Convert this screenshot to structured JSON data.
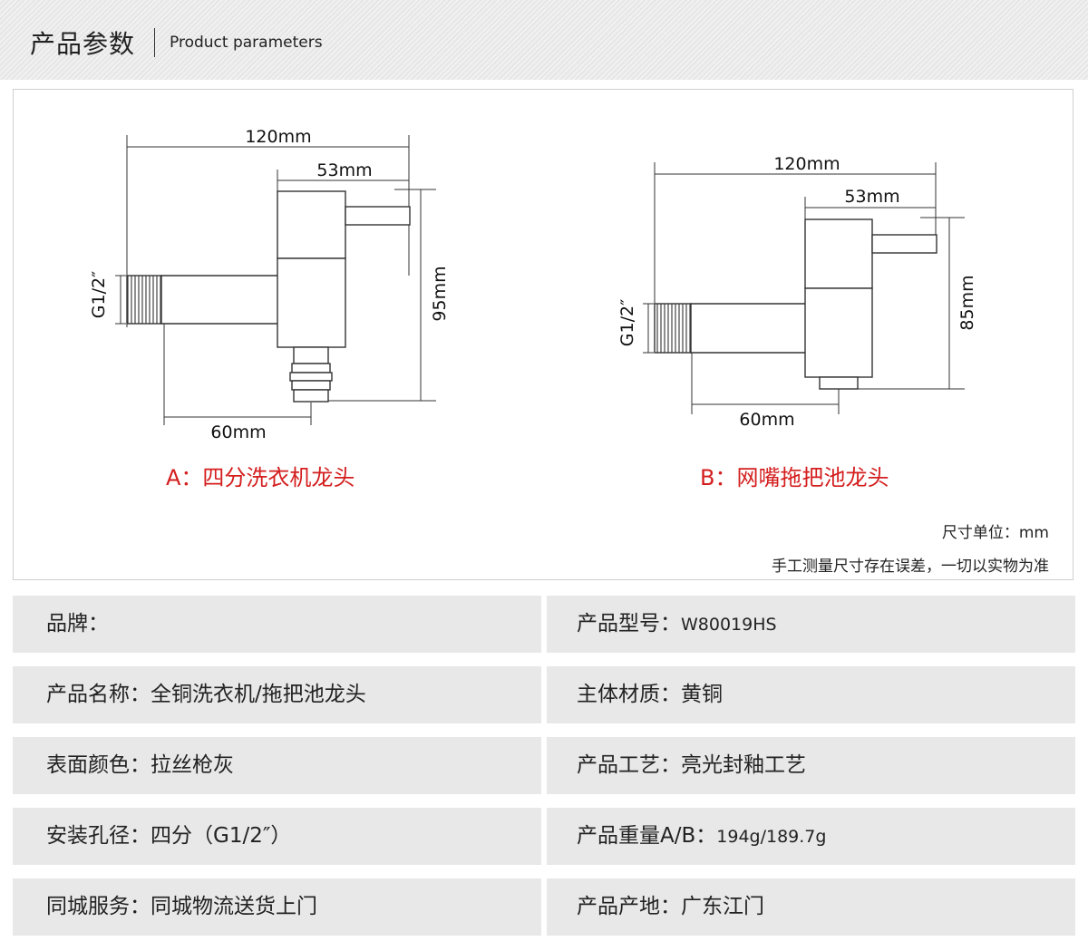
{
  "header": {
    "title_cn": "产品参数",
    "title_en": "Product parameters"
  },
  "diagram": {
    "faucet_a": {
      "width_label": "120mm",
      "handle_label": "53mm",
      "height_label": "95mm",
      "thread_label": "G1/2″",
      "body_label": "60mm",
      "caption": "A：四分洗衣机龙头"
    },
    "faucet_b": {
      "width_label": "120mm",
      "handle_label": "53mm",
      "height_label": "85mm",
      "thread_label": "G1/2″",
      "body_label": "60mm",
      "caption": "B：网嘴拖把池龙头"
    },
    "unit_note": "尺寸单位：mm",
    "error_note": "手工测量尺寸存在误差，一切以实物为准"
  },
  "specs": [
    {
      "label": "品牌：",
      "value": ""
    },
    {
      "label": "产品型号：",
      "value": "W80019HS"
    },
    {
      "label": "产品名称：",
      "value": "全铜洗衣机/拖把池龙头"
    },
    {
      "label": "主体材质：",
      "value": "黄铜"
    },
    {
      "label": "表面颜色：",
      "value": "拉丝枪灰"
    },
    {
      "label": "产品工艺：",
      "value": "亮光封釉工艺"
    },
    {
      "label": "安装孔径：",
      "value": "四分（G1/2″）"
    },
    {
      "label": "产品重量A/B：",
      "value": "194g/189.7g"
    },
    {
      "label": "同城服务：",
      "value": "同城物流送货上门"
    },
    {
      "label": "产品产地：",
      "value": "广东江门"
    }
  ],
  "colors": {
    "caption_red": "#d41e1e",
    "spec_bg": "#e8e8e8",
    "line": "#333333"
  }
}
